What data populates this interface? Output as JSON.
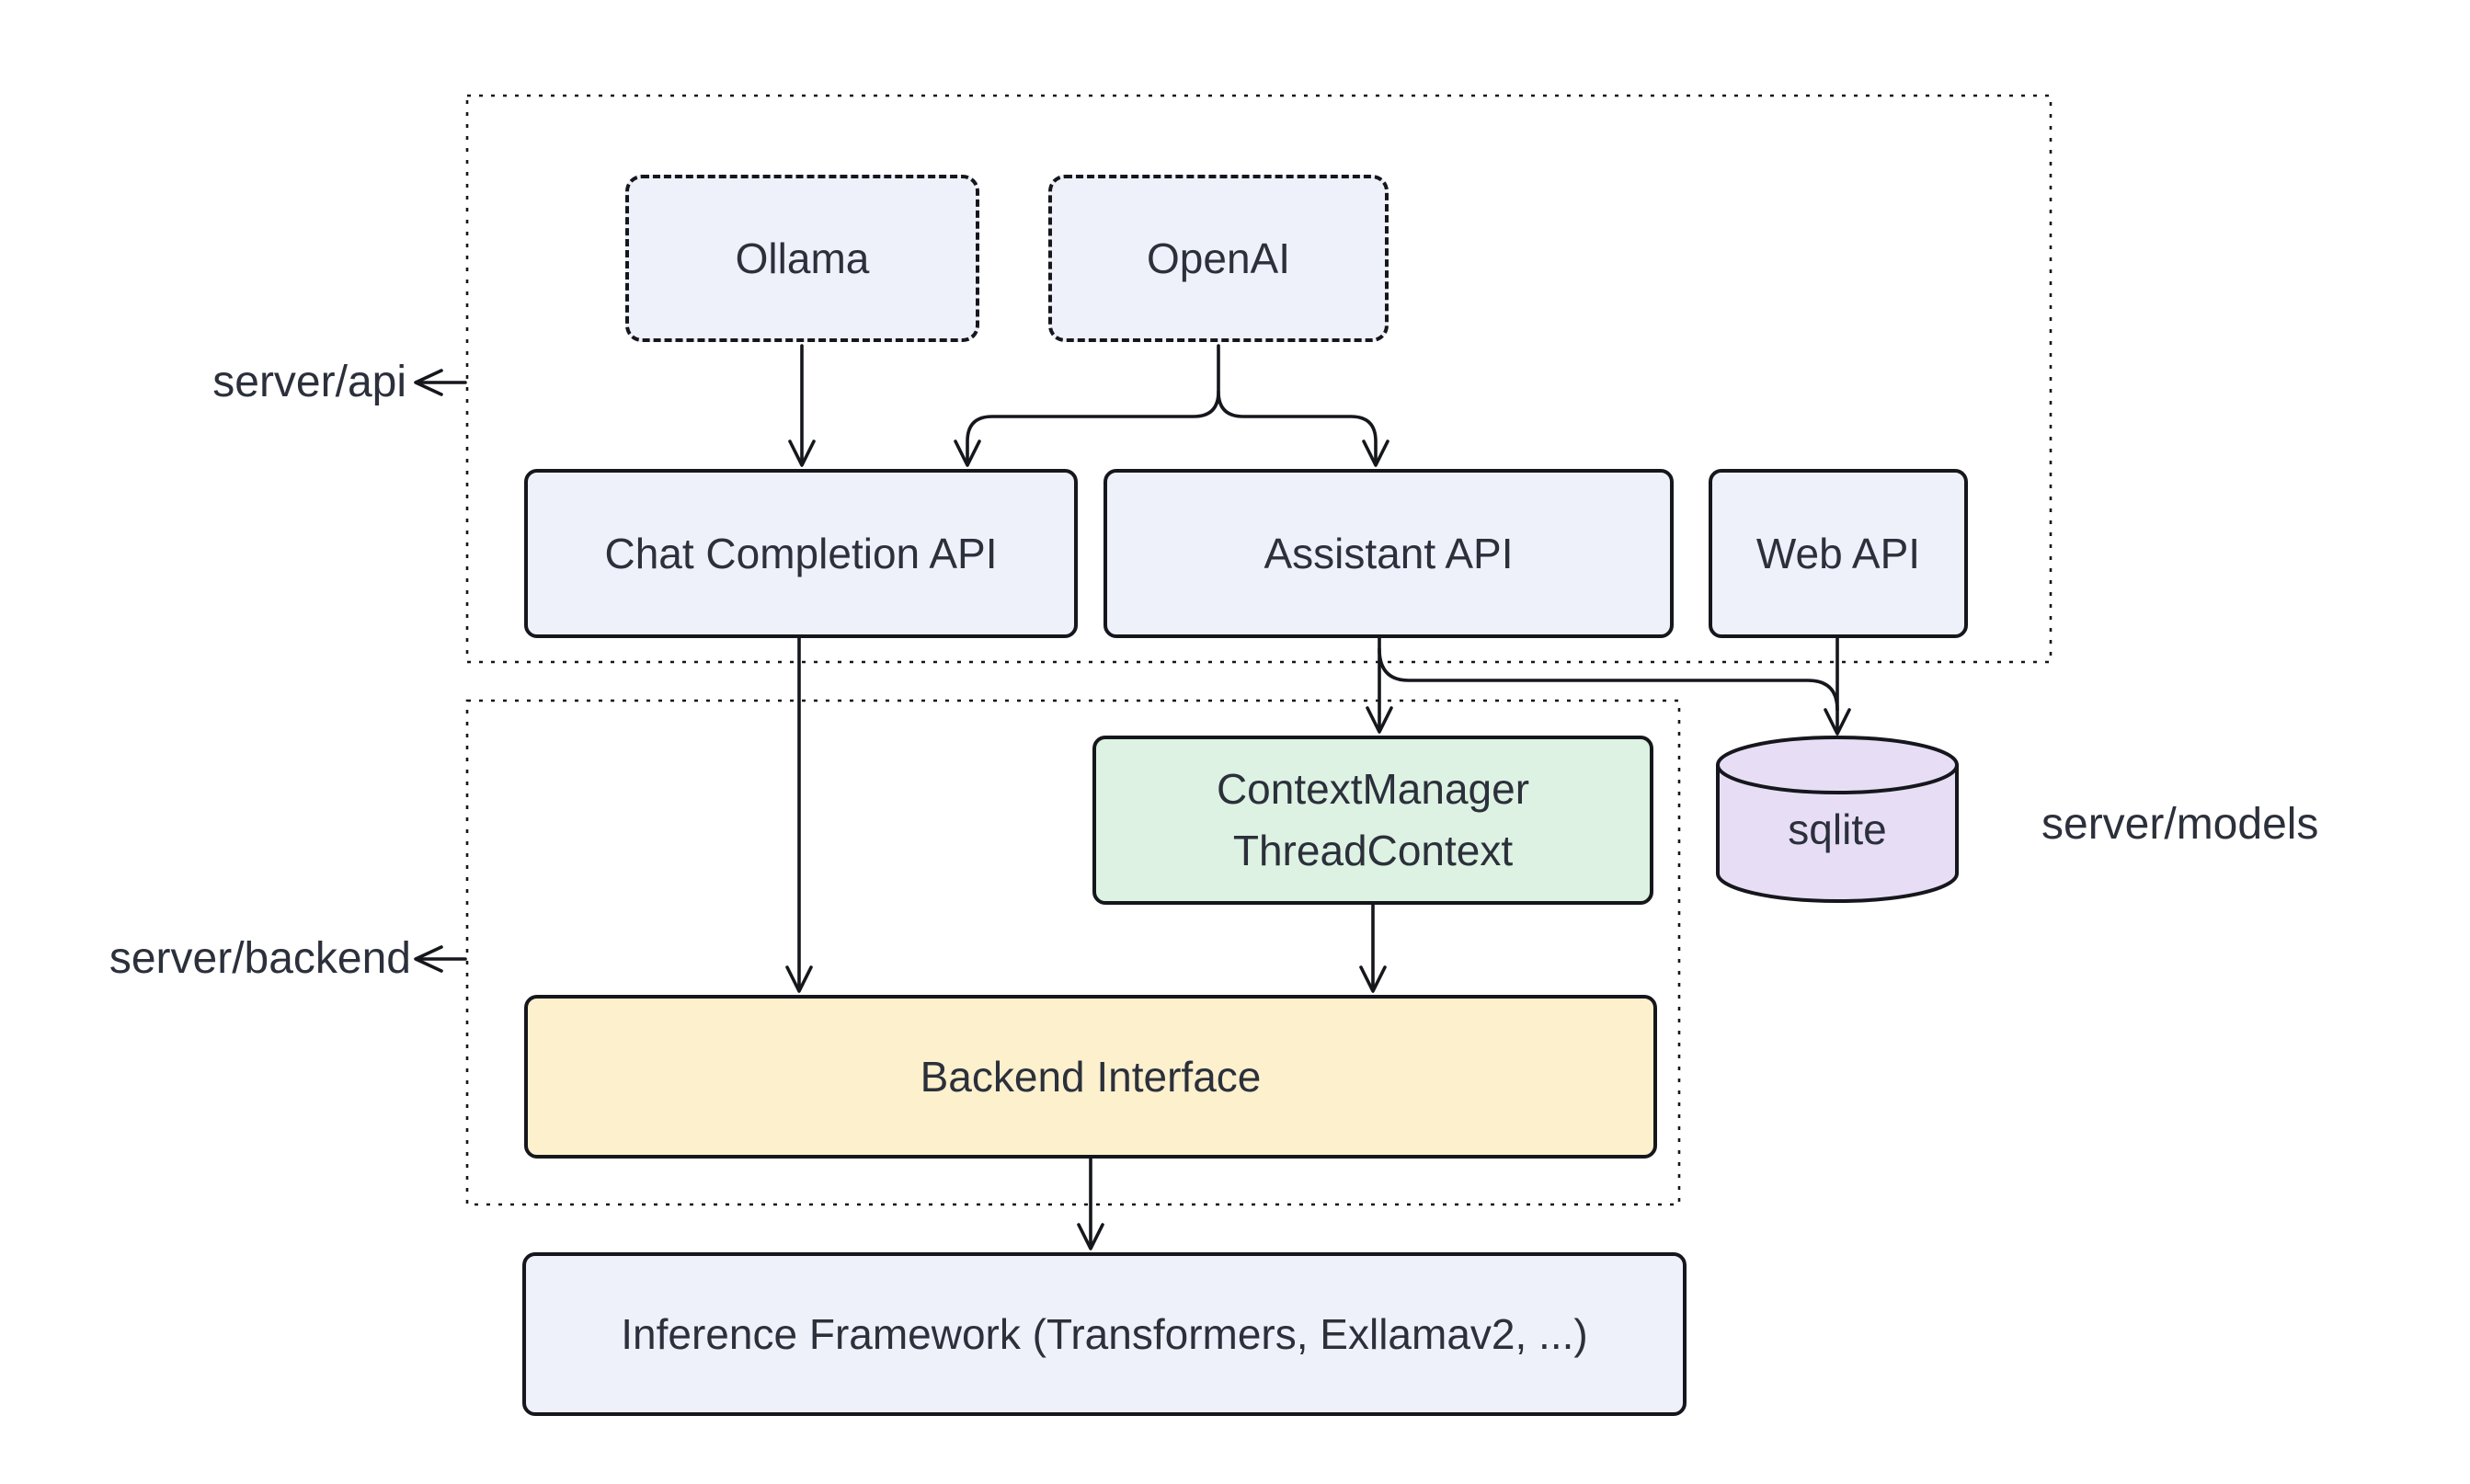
{
  "colors": {
    "background": "#ffffff",
    "stroke": "#15171c",
    "text": "#2b303b",
    "node_blue": "#eef1fa",
    "node_green": "#ddf2e2",
    "node_yellow": "#fdf0cd",
    "node_purple": "#e7def6"
  },
  "containers": {
    "server_api": {
      "label": "server/api"
    },
    "server_backend": {
      "label": "server/backend"
    }
  },
  "nodes": {
    "ollama": {
      "label": "Ollama"
    },
    "openai": {
      "label": "OpenAI"
    },
    "chat_completion_api": {
      "label": "Chat Completion API"
    },
    "assistant_api": {
      "label": "Assistant API"
    },
    "web_api": {
      "label": "Web API"
    },
    "context_manager": {
      "line1": "ContextManager",
      "line2": "ThreadContext"
    },
    "backend_interface": {
      "label": "Backend Interface"
    },
    "inference_framework": {
      "label": "Inference Framework (Transformers, Exllamav2, ...)"
    },
    "sqlite": {
      "label": "sqlite"
    }
  },
  "labels": {
    "server_models": "server/models"
  },
  "edges": [
    {
      "from": "ollama",
      "to": "chat_completion_api"
    },
    {
      "from": "openai",
      "to": "chat_completion_api"
    },
    {
      "from": "openai",
      "to": "assistant_api"
    },
    {
      "from": "chat_completion_api",
      "to": "backend_interface"
    },
    {
      "from": "assistant_api",
      "to": "context_manager"
    },
    {
      "from": "assistant_api",
      "to": "sqlite"
    },
    {
      "from": "web_api",
      "to": "sqlite"
    },
    {
      "from": "context_manager",
      "to": "backend_interface"
    },
    {
      "from": "backend_interface",
      "to": "inference_framework"
    }
  ]
}
